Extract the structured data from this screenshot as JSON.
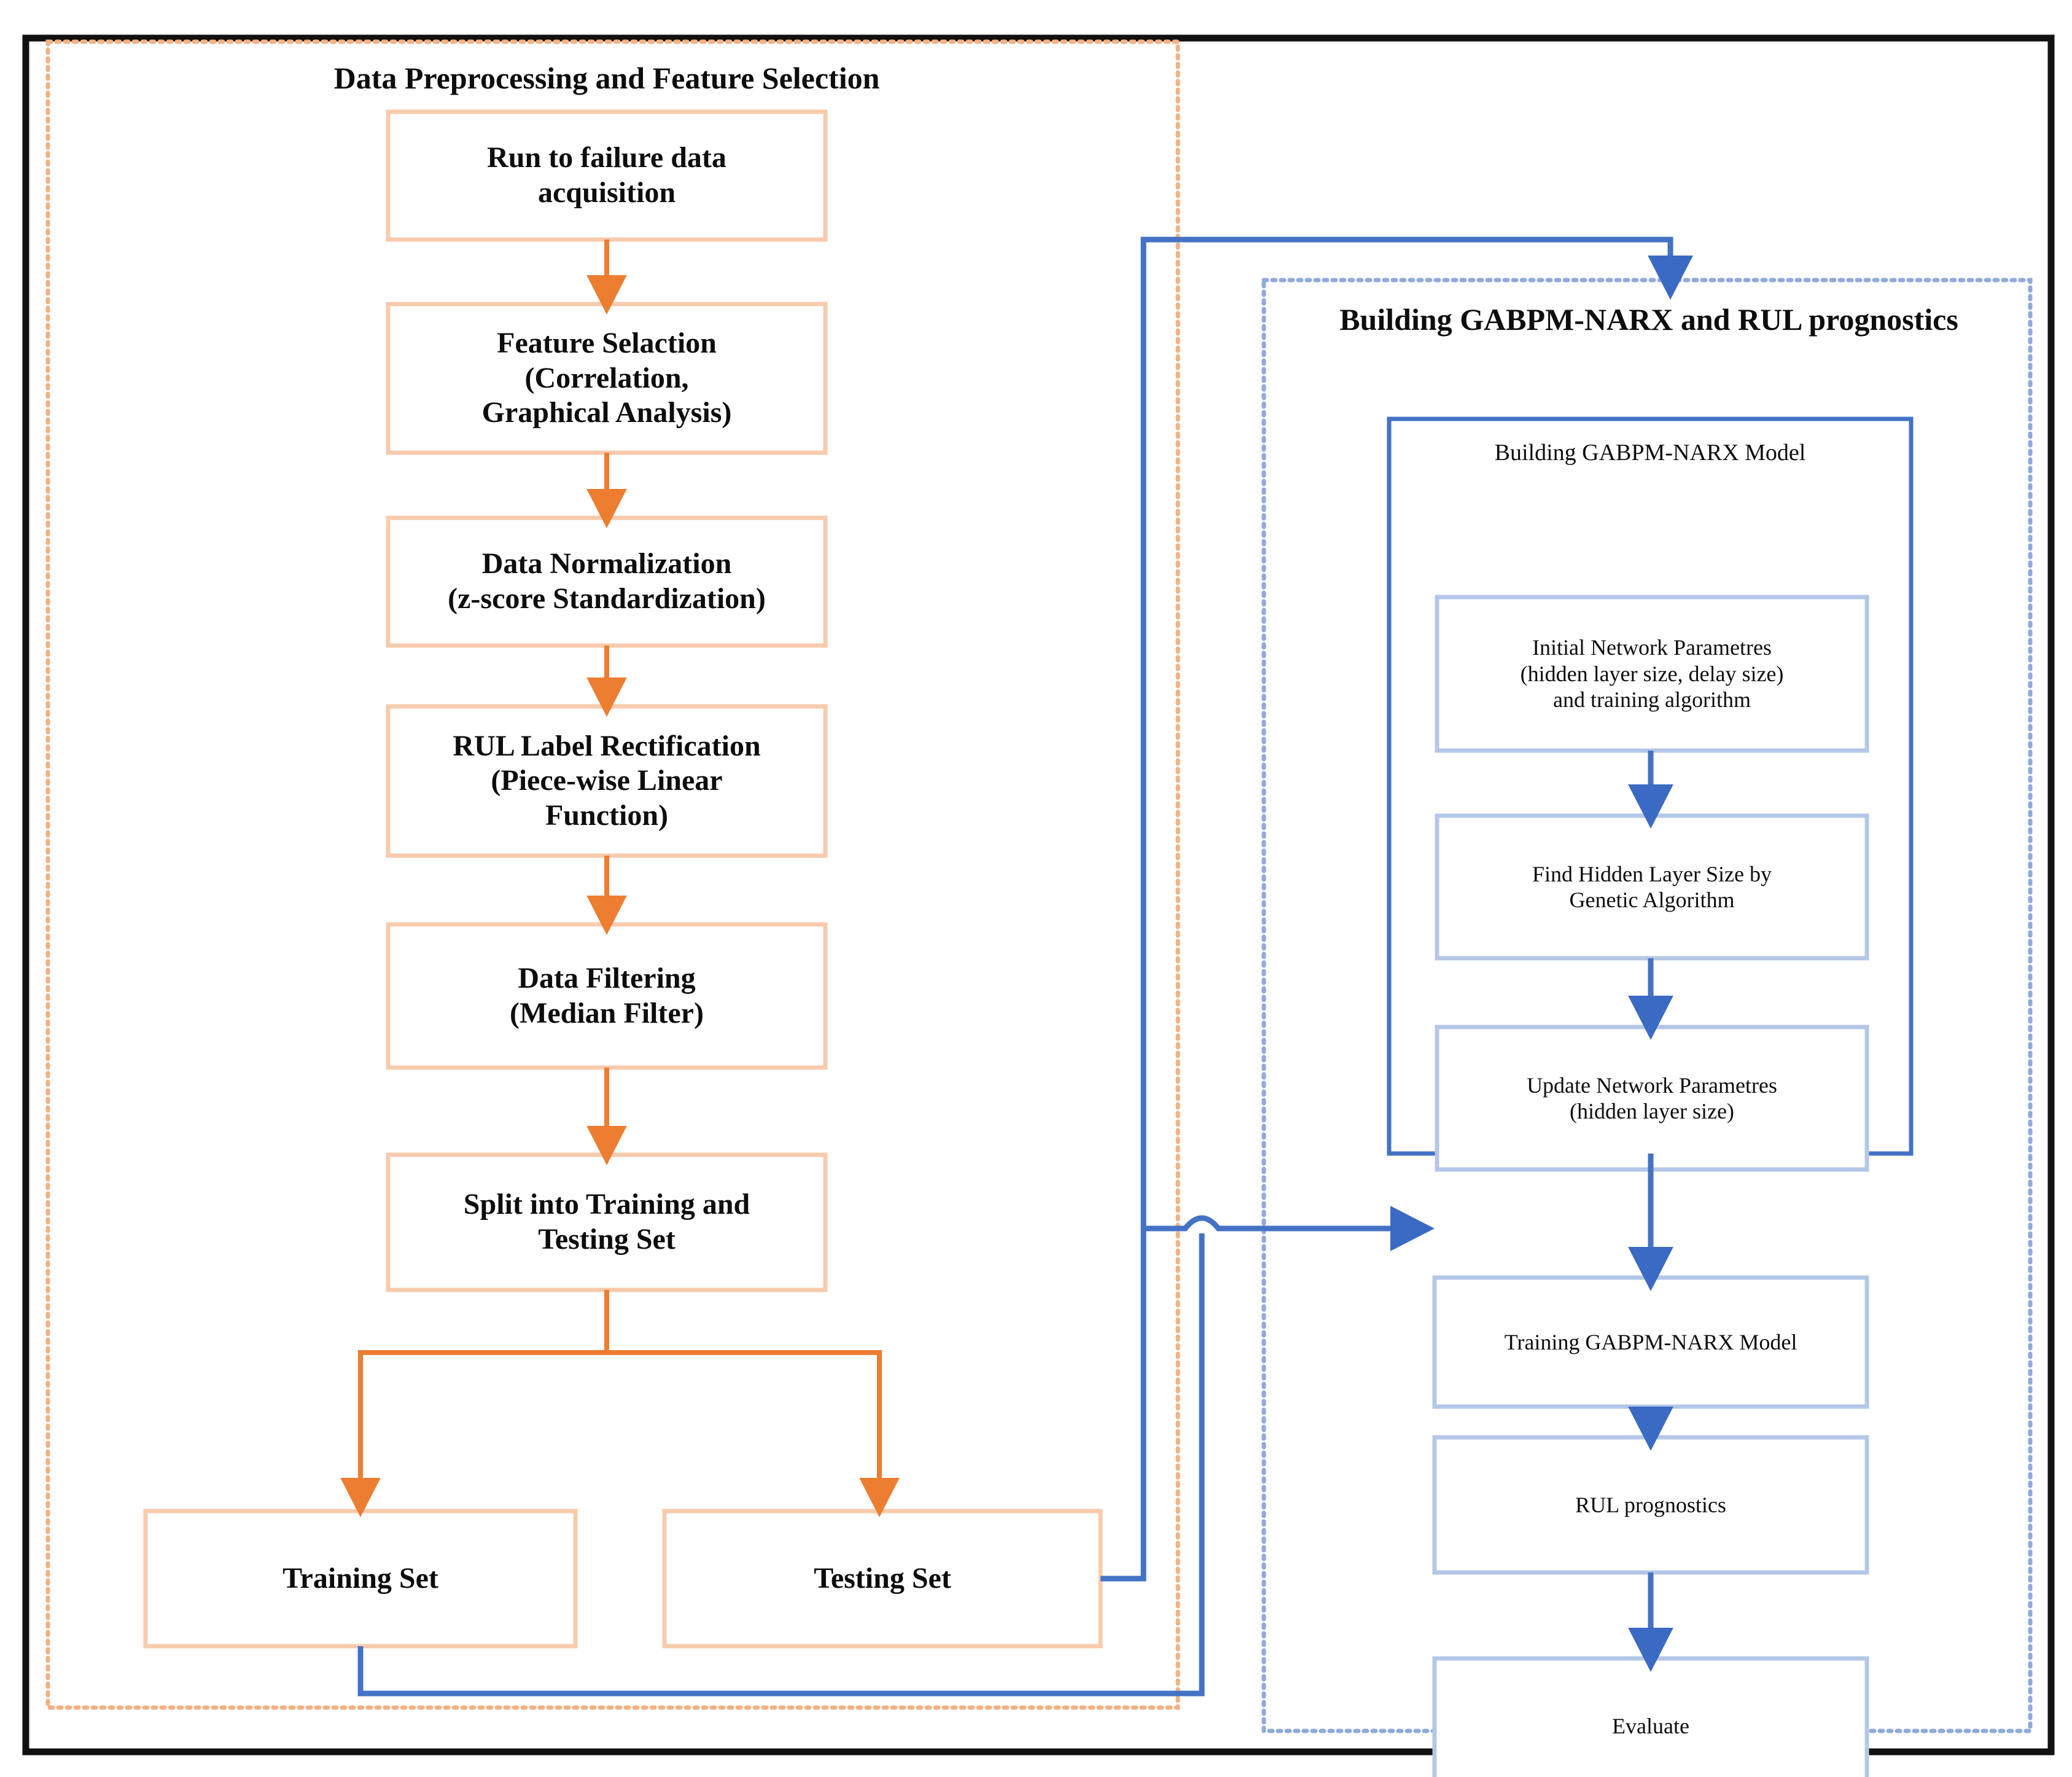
{
  "figure": {
    "type": "flowchart",
    "orientation": "two-panel-left-right"
  },
  "colors": {
    "orange_stroke": "#ED7D31",
    "orange_box_border": "#F8CBAD",
    "blue_stroke": "#4472C4",
    "blue_box_border": "#B4C7E7",
    "blue_dotted": "#8FAADC",
    "orange_dotted": "#F4B183",
    "frame": "#111111",
    "text": "#0d0d0d",
    "background": "#ffffff"
  },
  "left_panel": {
    "title": "Data Preprocessing and Feature Selection",
    "border_style": "dotted",
    "border_color": "#F4B183",
    "nodes": [
      {
        "id": "n1",
        "label": "Run to failure data\nacquisition"
      },
      {
        "id": "n2",
        "label": "Feature Selaction\n(Correlation,\nGraphical Analysis)"
      },
      {
        "id": "n3",
        "label": "Data Normalization\n(z-score Standardization)"
      },
      {
        "id": "n4",
        "label": "RUL Label Rectification\n(Piece-wise Linear\nFunction)"
      },
      {
        "id": "n5",
        "label": "Data Filtering\n(Median Filter)"
      },
      {
        "id": "n6",
        "label": "Split into Training and\nTesting Set"
      },
      {
        "id": "n7",
        "label": "Training Set"
      },
      {
        "id": "n8",
        "label": "Testing Set"
      }
    ],
    "edges": [
      {
        "from": "n1",
        "to": "n2",
        "color": "#ED7D31"
      },
      {
        "from": "n2",
        "to": "n3",
        "color": "#ED7D31"
      },
      {
        "from": "n3",
        "to": "n4",
        "color": "#ED7D31"
      },
      {
        "from": "n4",
        "to": "n5",
        "color": "#ED7D31"
      },
      {
        "from": "n5",
        "to": "n6",
        "color": "#ED7D31"
      },
      {
        "from": "n6",
        "to": "n7",
        "color": "#ED7D31"
      },
      {
        "from": "n6",
        "to": "n8",
        "color": "#ED7D31"
      }
    ]
  },
  "right_panel": {
    "title": "Building GABPM-NARX  and RUL prognostics",
    "border_style": "dotted",
    "border_color": "#8FAADC",
    "subgroup": {
      "title": "Building GABPM-NARX Model",
      "border_color": "#4472C4",
      "nodes": [
        {
          "id": "m1",
          "label": "Initial Network Parametres\n(hidden layer size, delay size)\nand training algorithm"
        },
        {
          "id": "m2",
          "label": "Find Hidden Layer Size by\nGenetic Algorithm"
        },
        {
          "id": "m3",
          "label": "Update Network Parametres\n(hidden layer size)"
        }
      ],
      "edges": [
        {
          "from": "m1",
          "to": "m2",
          "color": "#4472C4"
        },
        {
          "from": "m2",
          "to": "m3",
          "color": "#4472C4"
        }
      ]
    },
    "nodes": [
      {
        "id": "r1",
        "label": "Training GABPM-NARX Model"
      },
      {
        "id": "r2",
        "label": "RUL prognostics"
      },
      {
        "id": "r3",
        "label": "Evaluate"
      }
    ],
    "edges": [
      {
        "from": "subgroup",
        "to": "r1",
        "color": "#4472C4"
      },
      {
        "from": "r1",
        "to": "r2",
        "color": "#4472C4"
      },
      {
        "from": "r2",
        "to": "r3",
        "color": "#4472C4"
      }
    ]
  },
  "cross_panel_edges": [
    {
      "from": "n8",
      "label_from": "Testing Set",
      "to": "right_panel",
      "color": "#4472C4",
      "routing": "right-up-right-down"
    },
    {
      "from": "n7",
      "label_from": "Training Set",
      "to": "r1",
      "label_to": "Training GABPM-NARX Model",
      "color": "#4472C4",
      "routing": "down-right-up-right"
    }
  ]
}
